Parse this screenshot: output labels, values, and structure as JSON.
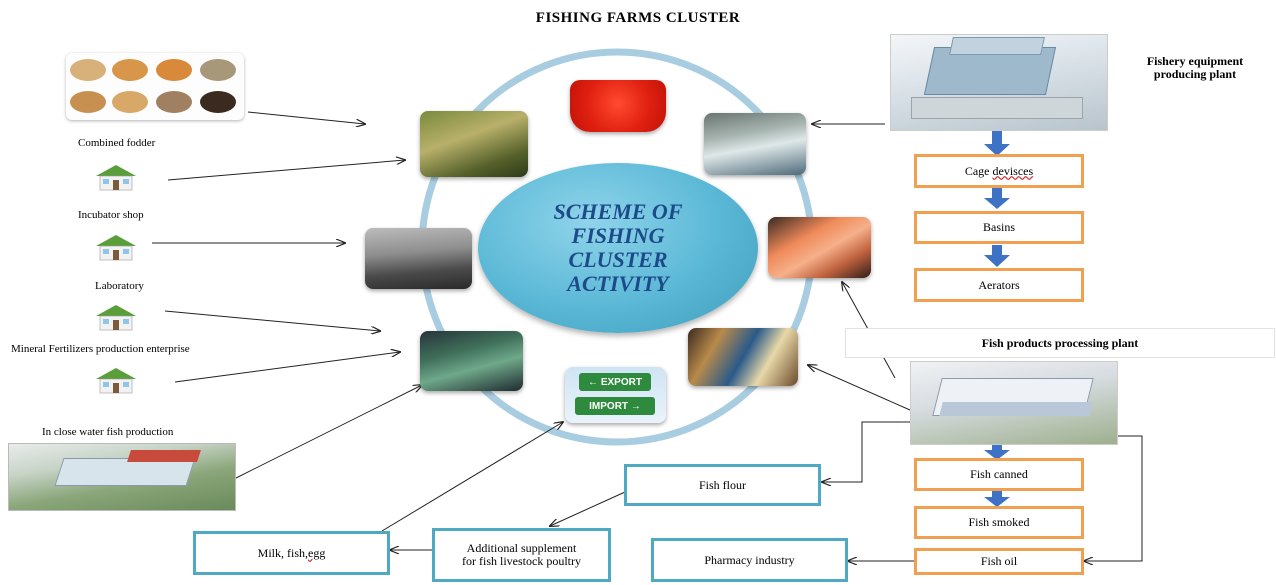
{
  "title": "FISHING FARMS CLUSTER",
  "center": {
    "lines": [
      "SCHEME OF",
      "FISHING",
      "CLUSTER",
      "ACTIVITY"
    ]
  },
  "left_inputs": {
    "combined_fodder": "Combined fodder",
    "incubator_shop": "Incubator shop",
    "laboratory": "Laboratory",
    "mineral_fertilizers": "Mineral Fertilizers production enterprise",
    "close_water": "In close water fish production"
  },
  "equipment": {
    "plant_line1": "Fishery equipment",
    "plant_line2": "producing plant",
    "cage_word1": "Cage",
    "cage_word2": "devisces",
    "basins": "Basins",
    "aerators": "Aerators"
  },
  "processing": {
    "plant": "Fish products processing plant",
    "fish_canned": "Fish canned",
    "fish_smoked": "Fish smoked",
    "fish_oil": "Fish oil"
  },
  "outputs": {
    "fish_flour": "Fish flour",
    "additional_line1": "Additional supplement",
    "additional_line2": "for fish livestock poultry",
    "milk_prefix": "Milk, fish,",
    "milk_egg": "egg",
    "pharmacy": "Pharmacy industry"
  },
  "signs": {
    "export": "EXPORT",
    "import": "IMPORT"
  },
  "colors": {
    "ring": "#a9cde0",
    "center_circle": "#5ab8d6",
    "center_text": "#1d4a8a",
    "equipment_box_border": "#f0a050",
    "output_box_border": "#4fa9c2",
    "down_arrow": "#3d72c4"
  }
}
